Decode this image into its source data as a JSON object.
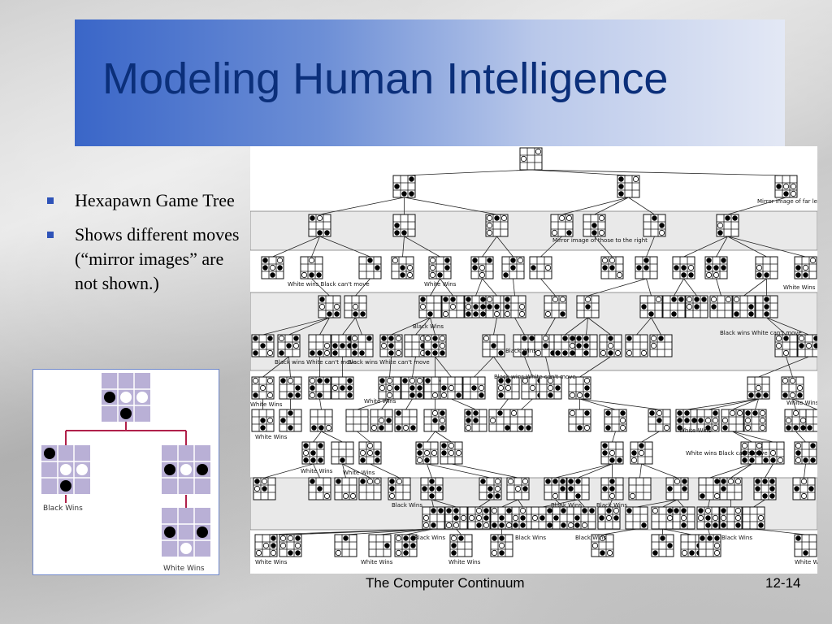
{
  "slide": {
    "title": "Modeling Human Intelligence",
    "bullets": [
      "Hexapawn Game Tree",
      "Shows different moves (“mirror images” are not shown.)"
    ],
    "inset": {
      "left_caption": "Black Wins",
      "right_caption": "White Wins"
    },
    "tree": {
      "annotations": {
        "mirror_far_left": "Mirror image of far left board",
        "mirror_right": "Mirror image of those to the right",
        "white_wins_black_cant_move": "White wins Black can't move",
        "white_wins": "White Wins",
        "black_wins": "Black Wins",
        "black_wins_white_cant_move": "Black wins White can't move",
        "black": "Black",
        "wins": "Wins",
        "white": "White"
      }
    },
    "footer": {
      "center": "The Computer Continuum",
      "page": "12-14"
    }
  }
}
